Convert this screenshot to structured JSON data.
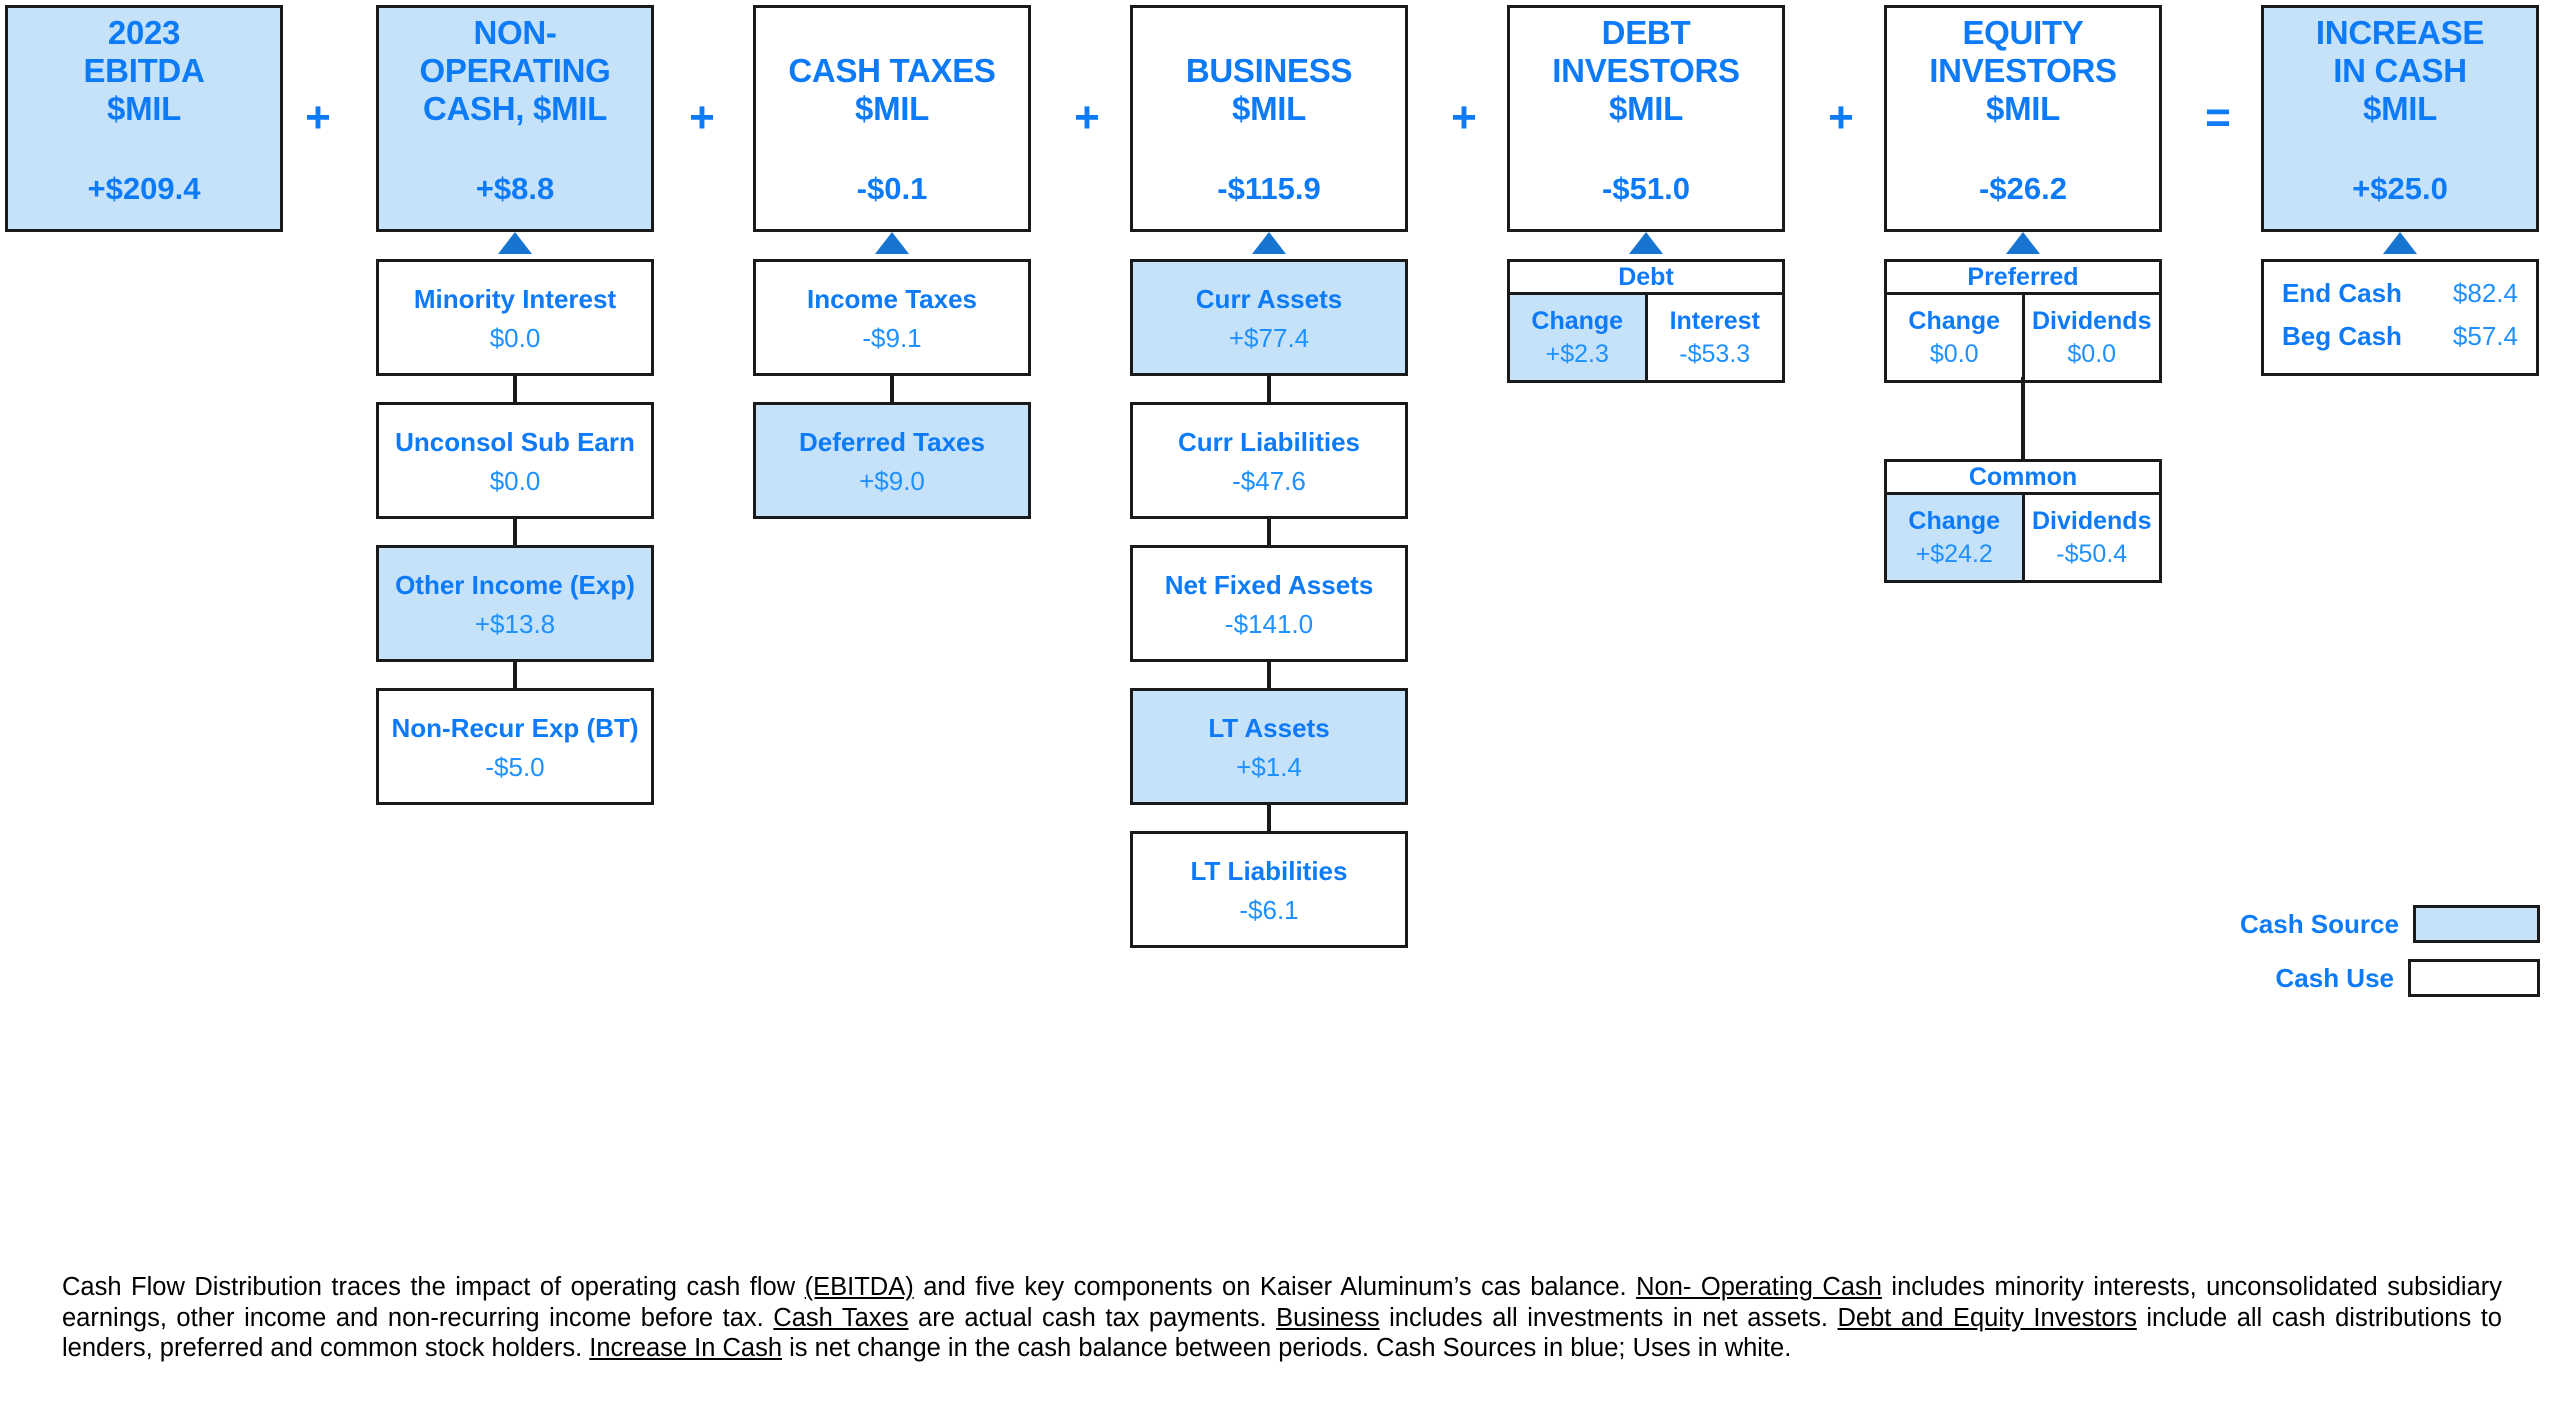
{
  "chart_data": {
    "type": "diagram",
    "title": "Cash Flow Distribution",
    "equation": [
      "2023 EBITDA $MIL",
      "+",
      "NON-OPERATING CASH, $MIL",
      "+",
      "CASH TAXES $MIL",
      "+",
      "BUSINESS $MIL",
      "+",
      "DEBT INVESTORS $MIL",
      "+",
      "EQUITY INVESTORS $MIL",
      "=",
      "INCREASE IN CASH $MIL"
    ],
    "values": [
      209.4,
      8.8,
      -0.1,
      -115.9,
      -51.0,
      -26.2,
      25.0
    ],
    "units": "$MIL"
  },
  "columns": [
    {
      "id": "ebitda",
      "title": [
        "2023",
        "EBITDA",
        "$MIL"
      ],
      "amount": "+$209.4",
      "source": true,
      "items": []
    },
    {
      "id": "non-operating-cash",
      "title": [
        "NON-",
        "OPERATING",
        "CASH, $MIL"
      ],
      "amount": "+$8.8",
      "source": true,
      "items": [
        {
          "label": "Minority Interest",
          "value": "$0.0",
          "source": false
        },
        {
          "label": "Unconsol Sub Earn",
          "value": "$0.0",
          "source": false
        },
        {
          "label": "Other Income (Exp)",
          "value": "+$13.8",
          "source": true
        },
        {
          "label": "Non-Recur Exp (BT)",
          "value": "-$5.0",
          "source": false
        }
      ]
    },
    {
      "id": "cash-taxes",
      "title": [
        "CASH TAXES",
        "$MIL"
      ],
      "amount": "-$0.1",
      "source": false,
      "items": [
        {
          "label": "Income Taxes",
          "value": "-$9.1",
          "source": false
        },
        {
          "label": "Deferred Taxes",
          "value": "+$9.0",
          "source": true
        }
      ]
    },
    {
      "id": "business",
      "title": [
        "BUSINESS",
        "$MIL"
      ],
      "amount": "-$115.9",
      "source": false,
      "items": [
        {
          "label": "Curr Assets",
          "value": "+$77.4",
          "source": true
        },
        {
          "label": "Curr Liabilities",
          "value": "-$47.6",
          "source": false
        },
        {
          "label": "Net Fixed Assets",
          "value": "-$141.0",
          "source": false
        },
        {
          "label": "LT Assets",
          "value": "+$1.4",
          "source": true
        },
        {
          "label": "LT Liabilities",
          "value": "-$6.1",
          "source": false
        }
      ]
    },
    {
      "id": "debt-investors",
      "title": [
        "DEBT",
        "INVESTORS",
        "$MIL"
      ],
      "amount": "-$51.0",
      "source": false,
      "items": []
    },
    {
      "id": "equity-investors",
      "title": [
        "EQUITY",
        "INVESTORS",
        "$MIL"
      ],
      "amount": "-$26.2",
      "source": false,
      "items": []
    },
    {
      "id": "increase-in-cash",
      "title": [
        "INCREASE",
        "IN CASH",
        "$MIL"
      ],
      "amount": "+$25.0",
      "source": true,
      "items": []
    }
  ],
  "operators": [
    "+",
    "+",
    "+",
    "+",
    "+",
    "="
  ],
  "debt_table": {
    "caption": "Debt",
    "cols": [
      {
        "header": "Change",
        "value": "+$2.3",
        "source": true
      },
      {
        "header": "Interest",
        "value": "-$53.3",
        "source": false
      }
    ]
  },
  "preferred_table": {
    "caption": "Preferred",
    "cols": [
      {
        "header": "Change",
        "value": "$0.0",
        "source": false
      },
      {
        "header": "Dividends",
        "value": "$0.0",
        "source": false
      }
    ]
  },
  "common_table": {
    "caption": "Common",
    "cols": [
      {
        "header": "Change",
        "value": "+$24.2",
        "source": true
      },
      {
        "header": "Dividends",
        "value": "-$50.4",
        "source": false
      }
    ]
  },
  "cash_summary": {
    "rows": [
      {
        "label": "End Cash",
        "value": "$82.4"
      },
      {
        "label": "Beg Cash",
        "value": "$57.4"
      }
    ]
  },
  "legend": {
    "source_label": "Cash Source",
    "use_label": "Cash Use"
  },
  "footnote": {
    "p1": "Cash Flow Distribution traces the impact of operating cash flow ",
    "u1": "(EBITDA)",
    "p2": " and five key components on Kaiser Aluminum’s cas balance.  ",
    "u2": "Non- Operating Cash",
    "p3": " includes minority interests, unconsolidated subsidiary earnings, other income and non-recurring  income before tax. ",
    "u3": "Cash Taxes",
    "p4": " are actual cash tax payments. ",
    "u4": "Business",
    "p5": " includes all investments in net assets. ",
    "u5": "Debt and Equity Investors",
    "p6": " include all cash distributions to lenders, preferred and common stock holders. ",
    "u6": "Increase In Cash",
    "p7": " is net change in the cash balance between periods.  Cash Sources in blue; Uses in white."
  }
}
